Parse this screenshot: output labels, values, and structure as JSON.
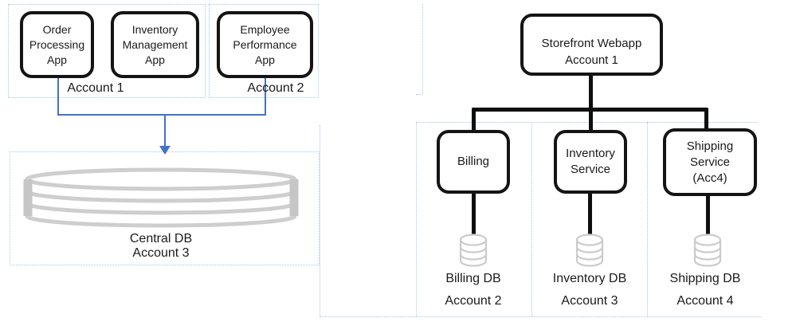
{
  "colors": {
    "dashed_border": "#a9c4ea",
    "connector_blue": "#4472c4",
    "connector_black": "#0f0f0f",
    "central_db_gray": "#cecece",
    "small_db_gray": "#cbcbcb"
  },
  "left_diagram": {
    "apps": [
      {
        "label": "Order Processing App"
      },
      {
        "label": "Inventory Management App"
      },
      {
        "label": "Employee Performance App"
      }
    ],
    "group_labels": {
      "group1": "Account 1",
      "group2": "Account 2"
    },
    "central_db": {
      "name": "Central DB",
      "account": "Account 3"
    }
  },
  "right_diagram": {
    "root": {
      "name": "Storefront Webapp",
      "account": "Account 1"
    },
    "services": [
      {
        "name": "Billing",
        "db_name": "Billing DB",
        "db_account": "Account 2"
      },
      {
        "name": "Inventory Service",
        "db_name": "Inventory DB",
        "db_account": "Account 3"
      },
      {
        "name": "Shipping Service (Acc4)",
        "db_name": "Shipping DB",
        "db_account": "Account 4"
      }
    ]
  }
}
